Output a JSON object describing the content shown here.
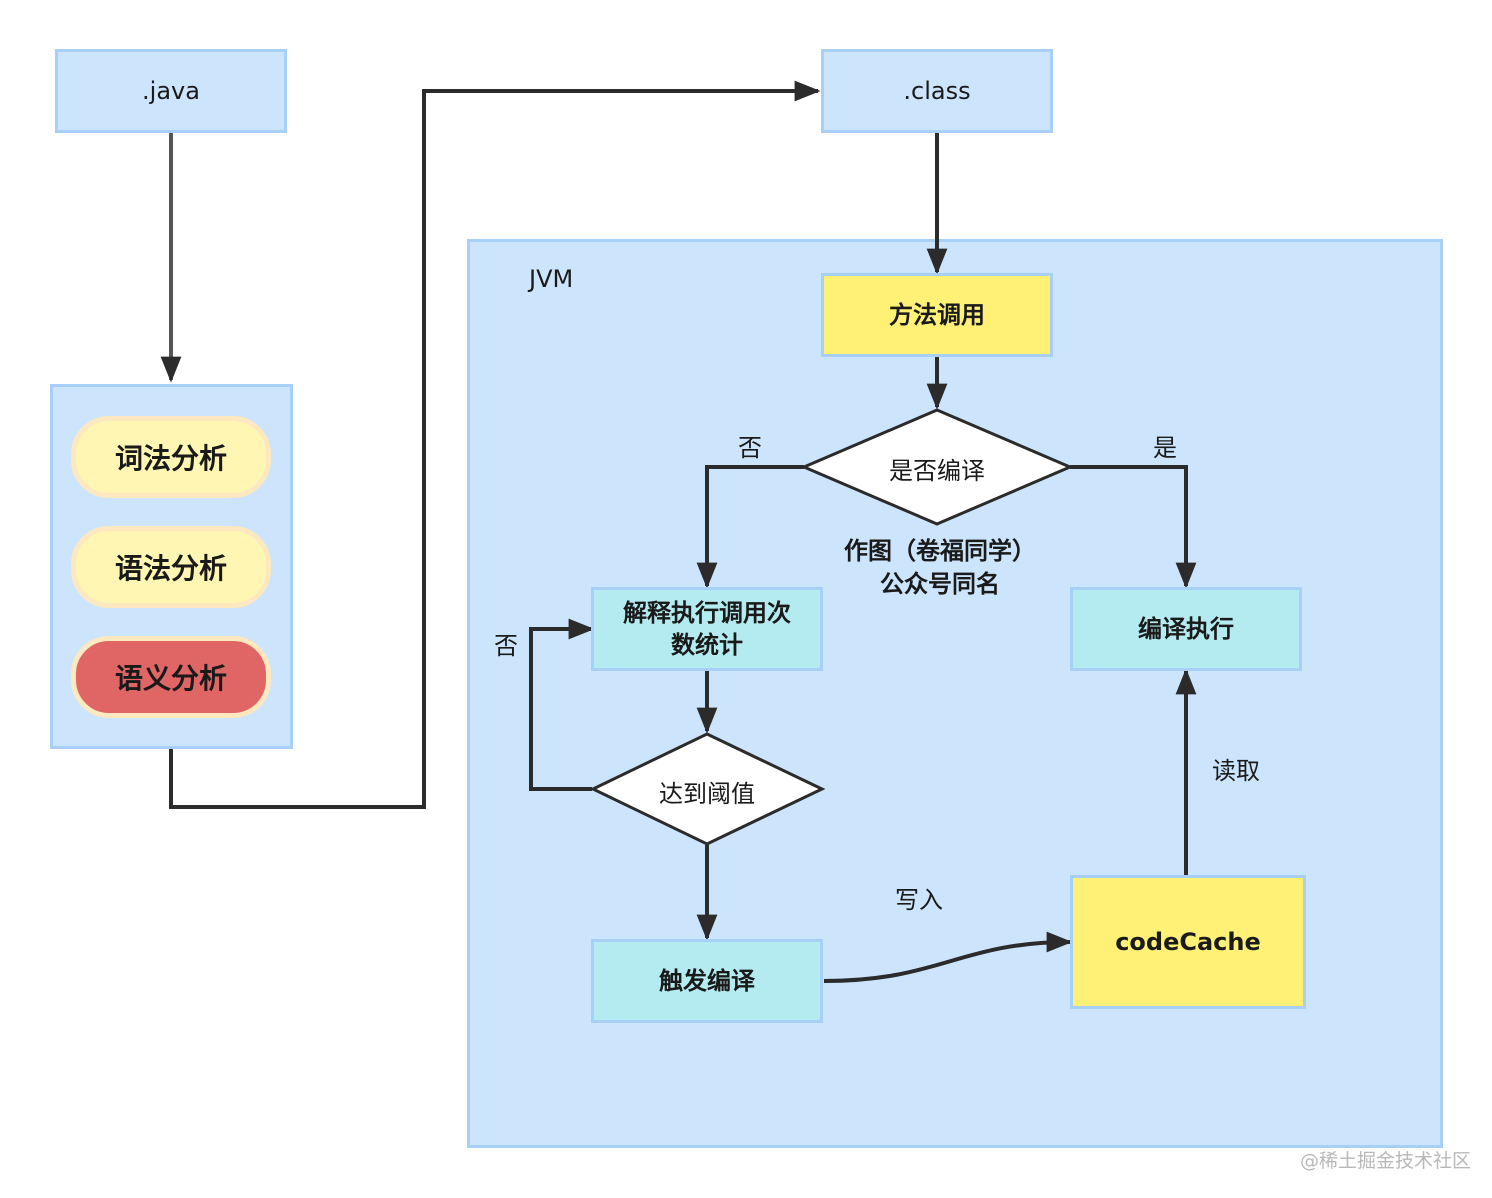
{
  "nodes": {
    "java": ".java",
    "class": ".class",
    "lexical": "词法分析",
    "syntax": "语法分析",
    "semantic": "语义分析",
    "jvm": "JVM",
    "method_call": "方法调用",
    "compiled_check": "是否编译",
    "interpret_line1": "解释执行调用次",
    "interpret_line2": "数统计",
    "compiled_exec": "编译执行",
    "threshold": "达到阈值",
    "trigger_compile": "触发编译",
    "code_cache": "codeCache"
  },
  "edge_labels": {
    "no_left": "否",
    "yes_right": "是",
    "no_loop": "否",
    "read": "读取",
    "write": "写入"
  },
  "annotation": {
    "line1": "作图（卷福同学）",
    "line2": "公众号同名"
  },
  "watermark": "@稀土掘金技术社区",
  "colors": {
    "light_blue": "#cce5fc",
    "border_blue": "#a8cff5",
    "cyan": "#b4ebf0",
    "yellow": "#fff176",
    "cream": "#fff6b3",
    "red": "#e06666",
    "arrow": "#2b2b2b"
  }
}
